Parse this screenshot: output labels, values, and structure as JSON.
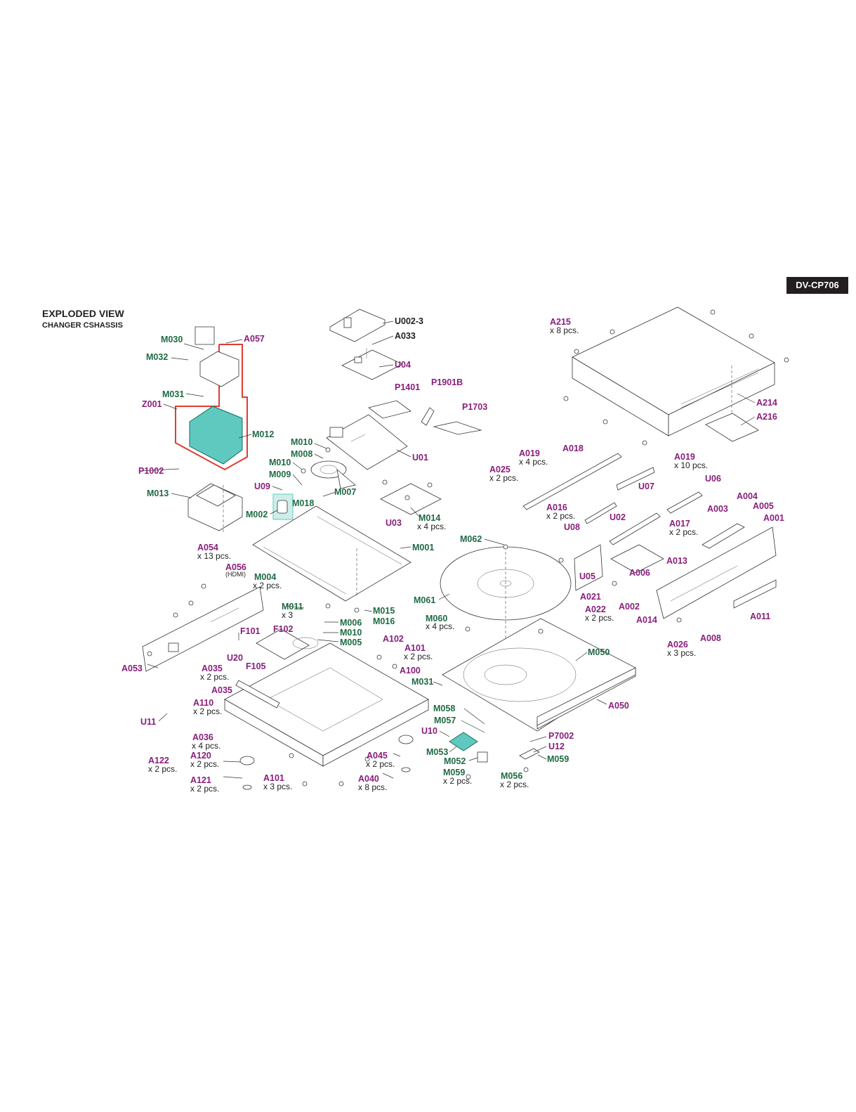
{
  "header": {
    "model": "DV-CP706"
  },
  "page": {
    "title": "EXPLODED VIEW",
    "subtitle": "CHANGER CSHASSIS"
  },
  "colors": {
    "label_green": "#1f6b43",
    "label_purple": "#8a1e7c",
    "outline_red": "#e03c31",
    "highlight_teal": "#5fc9bf"
  },
  "labels": {
    "M030": "M030",
    "A057": "A057",
    "M032": "M032",
    "M031a": "M031",
    "Z001": "Z001",
    "M012": "M012",
    "P1002": "P1002",
    "M013": "M013",
    "U002_3": "U002-3",
    "A033": "A033",
    "U04": "U04",
    "P1401": "P1401",
    "P1901B": "P1901B",
    "P1703": "P1703",
    "U01": "U01",
    "M010a": "M010",
    "M008": "M008",
    "M010b": "M010",
    "M009": "M009",
    "U09": "U09",
    "M018": "M018",
    "M007": "M007",
    "M002": "M002",
    "U03": "U03",
    "M014": "M014",
    "M001": "M001",
    "A215": "A215",
    "A214": "A214",
    "A216": "A216",
    "A019a": "A019",
    "A018": "A018",
    "A019b": "A019",
    "A025": "A025",
    "U07": "U07",
    "U06": "U06",
    "A004": "A004",
    "A005": "A005",
    "A003": "A003",
    "A001": "A001",
    "A016": "A016",
    "U08": "U08",
    "U02": "U02",
    "A017": "A017",
    "A013": "A013",
    "M062": "M062",
    "A054": "A054",
    "A056": "A056",
    "M004": "M004",
    "M011": "M011",
    "M015": "M015",
    "M016": "M016",
    "M006": "M006",
    "M010c": "M010",
    "M005": "M005",
    "M061": "M061",
    "U05": "U05",
    "A006": "A006",
    "A021": "A021",
    "A022": "A022",
    "A002": "A002",
    "A014": "A014",
    "A011": "A011",
    "A026": "A026",
    "A008": "A008",
    "F101": "F101",
    "F102": "F102",
    "U20": "U20",
    "F105": "F105",
    "A035a": "A035",
    "A035b": "A035",
    "A053": "A053",
    "A102": "A102",
    "A101a": "A101",
    "A100": "A100",
    "M060": "M060",
    "M050": "M050",
    "M031b": "M031",
    "A050": "A050",
    "A110": "A110",
    "U11": "U11",
    "A036": "A036",
    "M058": "M058",
    "M057": "M057",
    "U10": "U10",
    "P7002": "P7002",
    "U12": "U12",
    "M053": "M053",
    "M052": "M052",
    "M059a": "M059",
    "M059b": "M059",
    "M056": "M056",
    "A122": "A122",
    "A120": "A120",
    "A121": "A121",
    "A101b": "A101",
    "A045": "A045",
    "A040": "A040"
  },
  "quantities": {
    "A215": "x 8 pcs.",
    "A019a": "x 4 pcs.",
    "A019b": "x 10 pcs.",
    "A025": "x 2 pcs.",
    "A016": "x 2 pcs.",
    "A017": "x 2 pcs.",
    "M014": "x 4 pcs.",
    "A054": "x 13 pcs.",
    "M004": "x 2 pcs.",
    "M011": "x 3",
    "A022": "x 2 pcs.",
    "A026": "x 3 pcs.",
    "A035": "x 2 pcs.",
    "A101a": "x 2 pcs.",
    "M060": "x 4 pcs.",
    "A110": "x 2 pcs.",
    "A036": "x 4 pcs.",
    "A122": "x 2 pcs.",
    "A120": "x 2 pcs.",
    "A121": "x 2 pcs.",
    "A101b": "x 3 pcs.",
    "A045": "x 2 pcs.",
    "A040": "x 8 pcs.",
    "M059b": "x 2 pcs.",
    "M056": "x 2 pcs."
  },
  "notes": {
    "A056": "(HDMI)"
  }
}
